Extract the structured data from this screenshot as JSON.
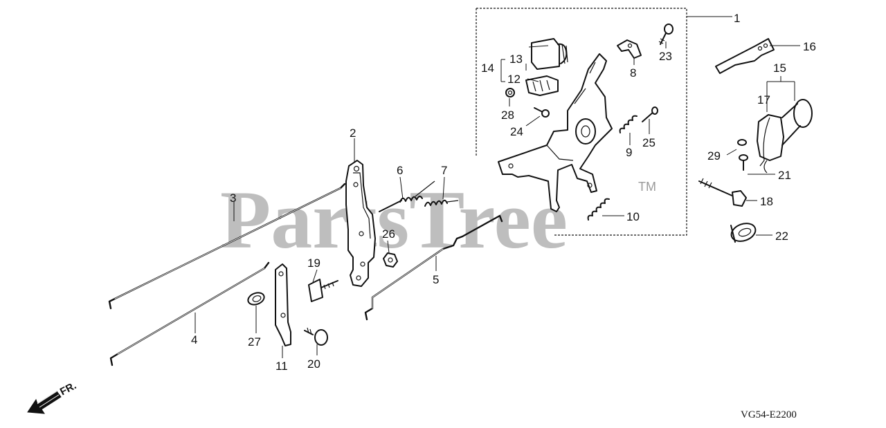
{
  "watermark": {
    "text": "PartsTree",
    "tm": "TM"
  },
  "diagram_code": "VG54-E2200",
  "direction_label": "FR.",
  "callouts": [
    {
      "id": "c1",
      "text": "1"
    },
    {
      "id": "c2",
      "text": "2"
    },
    {
      "id": "c3",
      "text": "3"
    },
    {
      "id": "c4",
      "text": "4"
    },
    {
      "id": "c5",
      "text": "5"
    },
    {
      "id": "c6",
      "text": "6"
    },
    {
      "id": "c7",
      "text": "7"
    },
    {
      "id": "c8",
      "text": "8"
    },
    {
      "id": "c9",
      "text": "9"
    },
    {
      "id": "c10",
      "text": "10"
    },
    {
      "id": "c11",
      "text": "11"
    },
    {
      "id": "c12",
      "text": "12"
    },
    {
      "id": "c13",
      "text": "13"
    },
    {
      "id": "c14",
      "text": "14"
    },
    {
      "id": "c15",
      "text": "15"
    },
    {
      "id": "c16",
      "text": "16"
    },
    {
      "id": "c17",
      "text": "17"
    },
    {
      "id": "c18",
      "text": "18"
    },
    {
      "id": "c19",
      "text": "19"
    },
    {
      "id": "c20",
      "text": "20"
    },
    {
      "id": "c21",
      "text": "21"
    },
    {
      "id": "c22",
      "text": "22"
    },
    {
      "id": "c23",
      "text": "23"
    },
    {
      "id": "c24",
      "text": "24"
    },
    {
      "id": "c25",
      "text": "25"
    },
    {
      "id": "c26",
      "text": "26"
    },
    {
      "id": "c27",
      "text": "27"
    },
    {
      "id": "c28",
      "text": "28"
    },
    {
      "id": "c29",
      "text": "29"
    }
  ]
}
